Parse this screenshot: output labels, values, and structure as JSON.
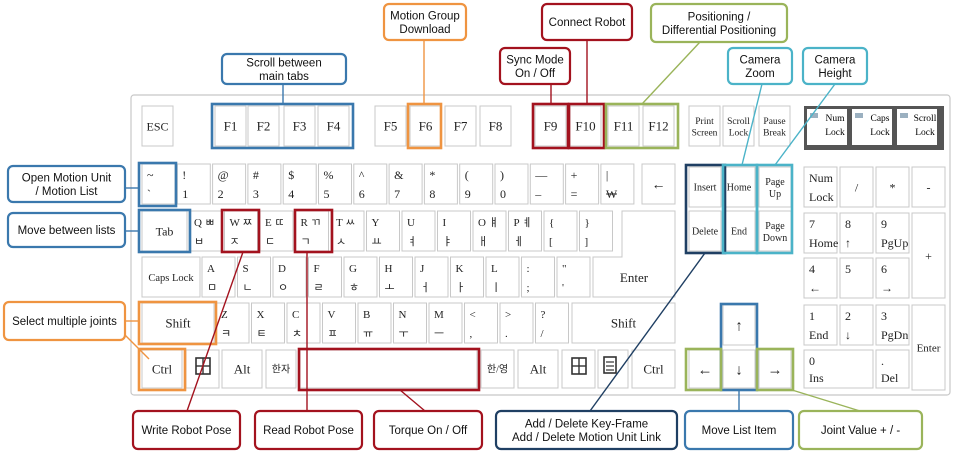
{
  "colors": {
    "red": "#a3121e",
    "orange": "#ef9441",
    "green": "#9ab45a",
    "blue": "#3a78ad",
    "teal": "#4bb3c8",
    "navy": "#1f3f63",
    "keyboard_border": "#c8c8c8",
    "indicator_bg": "#555555"
  },
  "keyboard": {
    "function_row": [
      "ESC",
      "F1",
      "F2",
      "F3",
      "F4",
      "F5",
      "F6",
      "F7",
      "F8",
      "F9",
      "F10",
      "F11",
      "F12"
    ],
    "system_keys": [
      "Print Screen",
      "Scroll Lock",
      "Pause Break"
    ],
    "indicators": [
      "Num Lock",
      "Caps Lock",
      "Scroll Lock"
    ],
    "number_row": [
      {
        "top": "~",
        "bottom": "`"
      },
      {
        "top": "!",
        "bottom": "1"
      },
      {
        "top": "@",
        "bottom": "2"
      },
      {
        "top": "#",
        "bottom": "3"
      },
      {
        "top": "$",
        "bottom": "4"
      },
      {
        "top": "%",
        "bottom": "5"
      },
      {
        "top": "^",
        "bottom": "6"
      },
      {
        "top": "&",
        "bottom": "7"
      },
      {
        "top": "*",
        "bottom": "8"
      },
      {
        "top": "(",
        "bottom": "9"
      },
      {
        "top": ")",
        "bottom": "0"
      },
      {
        "top": "—",
        "bottom": "–"
      },
      {
        "top": "+",
        "bottom": "="
      },
      {
        "top": "|",
        "bottom": "₩"
      },
      {
        "top": "←",
        "bottom": ""
      }
    ],
    "qwerty_row": [
      {
        "top": "Tab",
        "bottom": ""
      },
      {
        "top": "Q ㅃ",
        "bottom": "ㅂ"
      },
      {
        "top": "W ㅉ",
        "bottom": "ㅈ"
      },
      {
        "top": "E ㄸ",
        "bottom": "ㄷ"
      },
      {
        "top": "R ㄲ",
        "bottom": "ㄱ"
      },
      {
        "top": "T ㅆ",
        "bottom": "ㅅ"
      },
      {
        "top": "Y",
        "bottom": "ㅛ"
      },
      {
        "top": "U",
        "bottom": "ㅕ"
      },
      {
        "top": "I",
        "bottom": "ㅑ"
      },
      {
        "top": "O ㅒ",
        "bottom": "ㅐ"
      },
      {
        "top": "P ㅖ",
        "bottom": "ㅔ"
      },
      {
        "top": "{",
        "bottom": "["
      },
      {
        "top": "}",
        "bottom": "]"
      }
    ],
    "home_row": [
      {
        "top": "Caps Lock",
        "bottom": ""
      },
      {
        "top": "A",
        "bottom": "ㅁ"
      },
      {
        "top": "S",
        "bottom": "ㄴ"
      },
      {
        "top": "D",
        "bottom": "ㅇ"
      },
      {
        "top": "F",
        "bottom": "ㄹ"
      },
      {
        "top": "G",
        "bottom": "ㅎ"
      },
      {
        "top": "H",
        "bottom": "ㅗ"
      },
      {
        "top": "J",
        "bottom": "ㅓ"
      },
      {
        "top": "K",
        "bottom": "ㅏ"
      },
      {
        "top": "L",
        "bottom": "ㅣ"
      },
      {
        "top": ":",
        "bottom": ";"
      },
      {
        "top": "\"",
        "bottom": "'"
      },
      {
        "top": "Enter",
        "bottom": ""
      }
    ],
    "shift_row": [
      {
        "top": "Shift",
        "bottom": ""
      },
      {
        "top": "Z",
        "bottom": "ㅋ"
      },
      {
        "top": "X",
        "bottom": "ㅌ"
      },
      {
        "top": "C",
        "bottom": "ㅊ"
      },
      {
        "top": "V",
        "bottom": "ㅍ"
      },
      {
        "top": "B",
        "bottom": "ㅠ"
      },
      {
        "top": "N",
        "bottom": "ㅜ"
      },
      {
        "top": "M",
        "bottom": "ㅡ"
      },
      {
        "top": "<",
        "bottom": ","
      },
      {
        "top": ">",
        "bottom": "."
      },
      {
        "top": "?",
        "bottom": "/"
      },
      {
        "top": "Shift",
        "bottom": ""
      }
    ],
    "bottom_row": [
      "Ctrl",
      "",
      "Alt",
      "한자",
      "",
      "한/영",
      "Alt",
      "",
      "",
      "Ctrl"
    ],
    "nav_keys": [
      {
        "top": "Insert",
        "bottom": ""
      },
      {
        "top": "Home",
        "bottom": ""
      },
      {
        "top": "Page",
        "bottom": "Up"
      },
      {
        "top": "Delete",
        "bottom": ""
      },
      {
        "top": "End",
        "bottom": ""
      },
      {
        "top": "Page",
        "bottom": "Down"
      }
    ],
    "arrows": [
      "↑",
      "←",
      "↓",
      "→"
    ],
    "numpad": [
      {
        "top": "Num",
        "bottom": "Lock"
      },
      {
        "top": "/",
        "bottom": ""
      },
      {
        "top": "*",
        "bottom": ""
      },
      {
        "top": "-",
        "bottom": ""
      },
      {
        "top": "7",
        "bottom": "Home"
      },
      {
        "top": "8",
        "bottom": "↑"
      },
      {
        "top": "9",
        "bottom": "PgUp"
      },
      {
        "top": "+",
        "bottom": ""
      },
      {
        "top": "4",
        "bottom": "←"
      },
      {
        "top": "5",
        "bottom": ""
      },
      {
        "top": "6",
        "bottom": "→"
      },
      {
        "top": "1",
        "bottom": "End"
      },
      {
        "top": "2",
        "bottom": "↓"
      },
      {
        "top": "3",
        "bottom": "PgDn"
      },
      {
        "top": "Enter",
        "bottom": ""
      },
      {
        "top": "0",
        "bottom": "Ins"
      },
      {
        "top": ".",
        "bottom": "Del"
      }
    ]
  },
  "callouts": {
    "scroll_tabs": [
      "Scroll between",
      "main tabs"
    ],
    "motion_group": [
      "Motion Group",
      "Download"
    ],
    "connect_robot": [
      "Connect Robot"
    ],
    "positioning": [
      "Positioning /",
      "Differential Positioning"
    ],
    "sync_mode": [
      "Sync Mode",
      "On / Off"
    ],
    "camera_zoom": [
      "Camera",
      "Zoom"
    ],
    "camera_height": [
      "Camera",
      "Height"
    ],
    "open_motion_unit": [
      "Open Motion Unit",
      "/ Motion List"
    ],
    "move_between_lists": [
      "Move between lists"
    ],
    "select_multiple": [
      "Select multiple joints"
    ],
    "write_pose": [
      "Write Robot  Pose"
    ],
    "read_pose": [
      "Read Robot Pose"
    ],
    "torque": [
      "Torque On / Off"
    ],
    "keyframe": [
      "Add / Delete  Key-Frame",
      "Add / Delete  Motion Unit Link"
    ],
    "move_list_item": [
      "Move List Item"
    ],
    "joint_value": [
      "Joint Value + / -"
    ]
  }
}
